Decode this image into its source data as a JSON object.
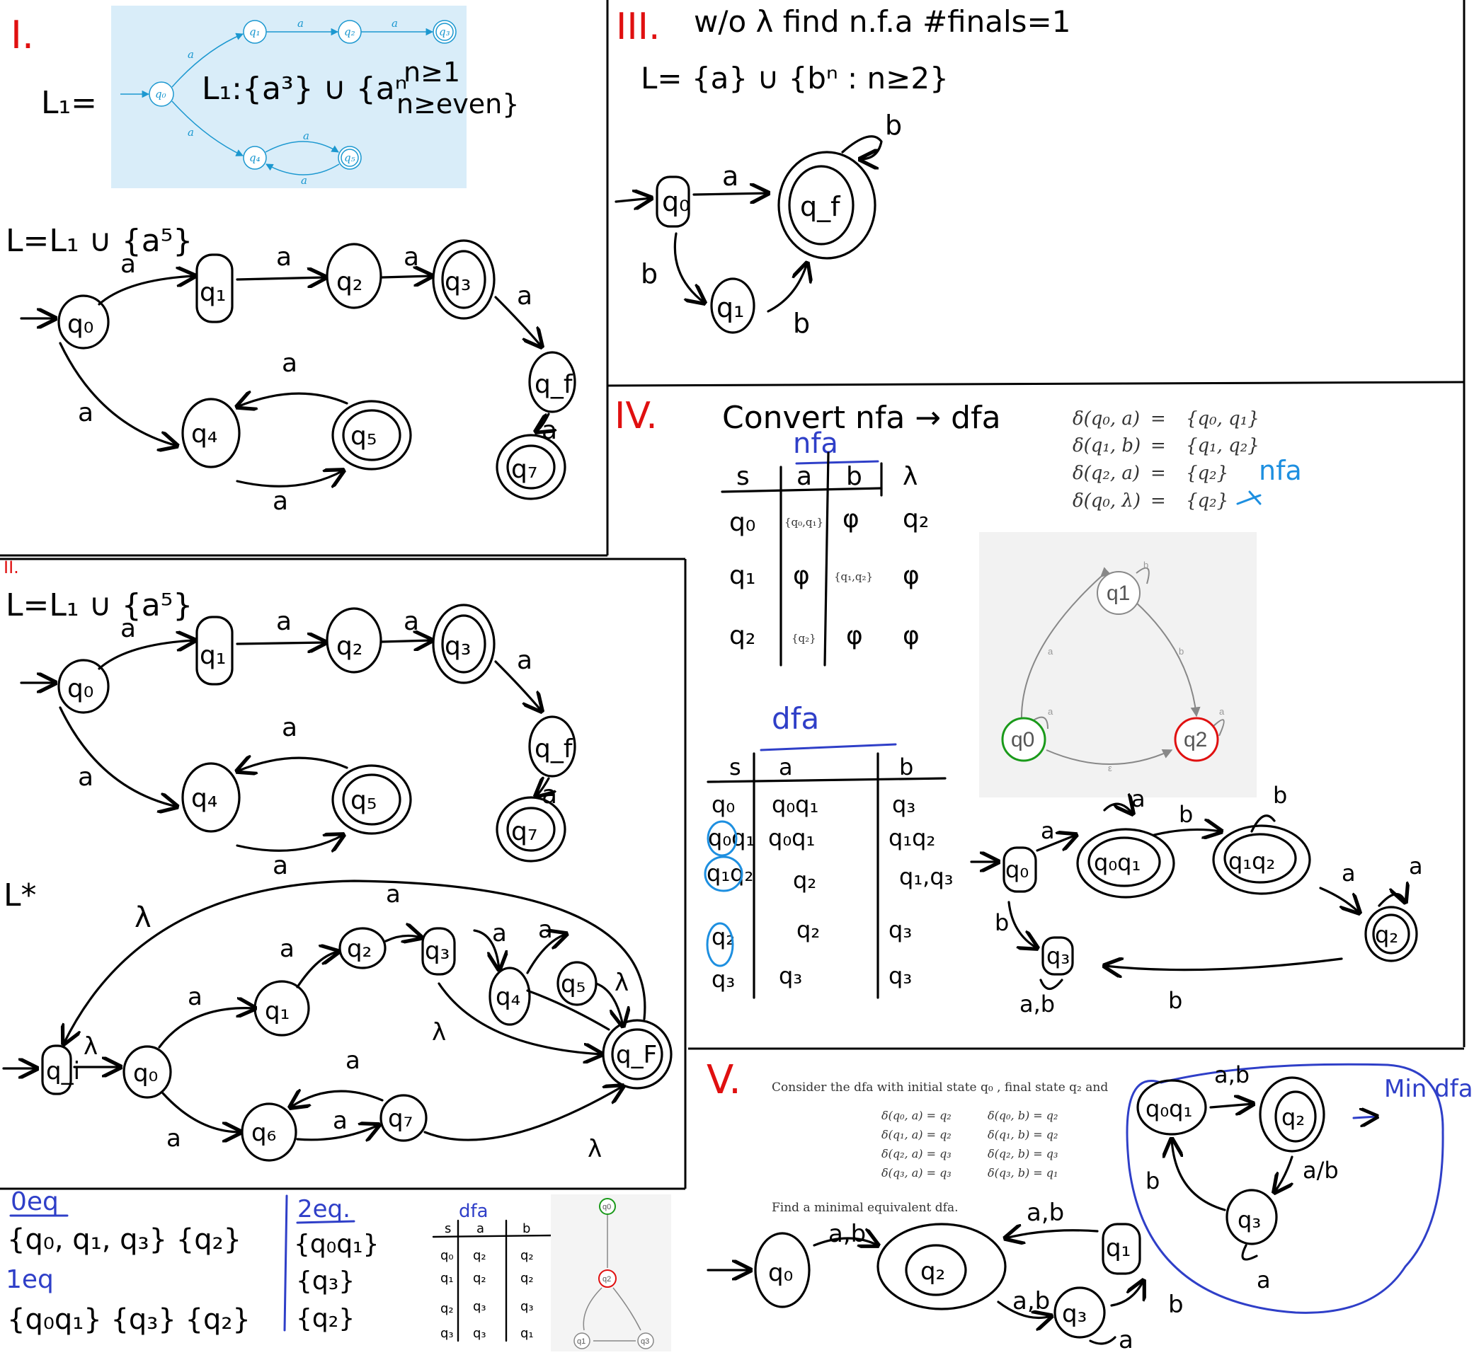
{
  "sections": {
    "s1": {
      "num": "I.",
      "lhs": "L₁=",
      "fig_states": [
        "q₀",
        "q₁",
        "q₂",
        "q₃",
        "q₄",
        "q₅"
      ],
      "fig_edge": "a",
      "formula1": "L₁:{a³} ∪ {aⁿ",
      "formula2": "n≥1",
      "formula3": "n≥even}",
      "union_label": "L=L₁ ∪ {a⁵}",
      "states": [
        "q₀",
        "q₁",
        "q₂",
        "q₃",
        "q₄",
        "q₅",
        "q_f",
        "q₇"
      ],
      "edge": "a"
    },
    "s2": {
      "num": "II.",
      "union_label": "L=L₁ ∪ {a⁵}",
      "states": [
        "q₀",
        "q₁",
        "q₂",
        "q₃",
        "q₄",
        "q₅",
        "q_f",
        "q₇"
      ],
      "edge": "a",
      "star_label": "L*",
      "lambda": "λ",
      "star_states": [
        "q_i",
        "q₀",
        "q₁",
        "q₂",
        "q₃",
        "q₄",
        "q₅",
        "q_F",
        "q₆",
        "q₇"
      ]
    },
    "s3": {
      "num": "III.",
      "title": "w/o λ find n.f.a #finals=1",
      "formula": "L= {a} ∪ {bⁿ : n≥2}",
      "states": [
        "q₀",
        "q_f",
        "q₁"
      ],
      "edges": [
        "a",
        "b",
        "b",
        "b"
      ]
    },
    "s4": {
      "num": "IV.",
      "title": "Convert nfa → dfa",
      "nfa_label": "nfa",
      "nfa_headers": [
        "s",
        "a",
        "b",
        "λ"
      ],
      "nfa_rows": [
        [
          "q₀",
          "{q₀,q₁}",
          "φ",
          "q₂"
        ],
        [
          "q₁",
          "φ",
          "{q₁,q₂}",
          "φ"
        ],
        [
          "q₂",
          "{q₂}",
          "φ",
          "φ"
        ]
      ],
      "delta": [
        [
          "δ(q₀, a)",
          "=",
          "{q₀, q₁}"
        ],
        [
          "δ(q₁, b)",
          "=",
          "{q₁, q₂}"
        ],
        [
          "δ(q₂, a)",
          "=",
          "{q₂}"
        ],
        [
          "δ(q₀, λ)",
          "=",
          "{q₂}"
        ]
      ],
      "delta_note": "nfa",
      "graph_nodes": [
        "q1",
        "q0",
        "q2"
      ],
      "graph_edges": [
        "a",
        "b",
        "ε",
        "a",
        "a",
        "b"
      ],
      "dfa_label": "dfa",
      "dfa_headers": [
        "s",
        "a",
        "b"
      ],
      "dfa_rows": [
        [
          "q₀",
          "q₀q₁",
          "q₃"
        ],
        [
          "q₀q₁",
          "q₀q₁",
          "q₁q₂"
        ],
        [
          "q₁q₂",
          "q₂",
          "q₁,q₃"
        ],
        [
          "q₂",
          "q₂",
          "q₃"
        ],
        [
          "q₃",
          "q₃",
          "q₃"
        ]
      ],
      "dfa_states": [
        "q₀",
        "q₀q₁",
        "q₁q₂",
        "q₂",
        "q₃"
      ],
      "dfa_edges": [
        "a",
        "b",
        "a",
        "a",
        "b",
        "b",
        "a,b",
        "b"
      ]
    },
    "s5": {
      "num": "V.",
      "line1": "Consider the dfa with initial state q₀ , final state q₂ and",
      "trans_left": [
        "δ(q₀, a)  =  q₂",
        "δ(q₁, a)  =  q₂",
        "δ(q₂, a)  =  q₃",
        "δ(q₃, a)  =  q₃"
      ],
      "trans_right": [
        "δ(q₀, b) = q₂",
        "δ(q₁, b) = q₂",
        "δ(q₂, b) = q₃",
        "δ(q₃, b) = q₁"
      ],
      "line2": "Find a minimal equivalent dfa.",
      "states": [
        "q₀",
        "q₂",
        "q₁",
        "q₃"
      ],
      "edges": [
        "a,b",
        "a,b",
        "a,b",
        "b",
        "a"
      ],
      "min_label": "Min dfa",
      "min_states": [
        "q₀q₁",
        "q₂",
        "q₃"
      ],
      "min_edges": [
        "a,b",
        "a/b",
        "b",
        "a"
      ]
    },
    "eq": {
      "zero": "0eq",
      "zero_sets": "{q₀, q₁, q₃} {q₂}",
      "one": "1eq",
      "one_sets": "{q₀q₁} {q₃} {q₂}",
      "two": "2eq.",
      "two_sets": [
        "{q₀q₁}",
        "{q₃}",
        "{q₂}"
      ],
      "dfa_label": "dfa",
      "dfa_headers": [
        "s",
        "a",
        "b"
      ],
      "dfa_rows": [
        [
          "q₀",
          "q₂",
          "q₂"
        ],
        [
          "q₁",
          "q₂",
          "q₂"
        ],
        [
          "q₂",
          "q₃",
          "q₃"
        ],
        [
          "q₃",
          "q₃",
          "q₁"
        ]
      ],
      "graph_nodes": [
        "q0",
        "q2",
        "q1",
        "q3"
      ]
    }
  }
}
